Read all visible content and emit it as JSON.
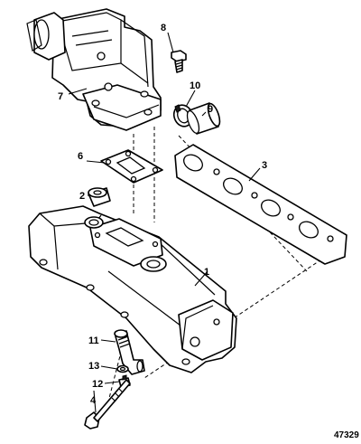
{
  "callouts": {
    "c1": "1",
    "c2": "2",
    "c3": "3",
    "c4": "4",
    "c6": "6",
    "c7": "7",
    "c8": "8",
    "c9": "9",
    "c10": "10",
    "c11": "11",
    "c12": "12",
    "c13": "13"
  },
  "figure_id": "47329"
}
